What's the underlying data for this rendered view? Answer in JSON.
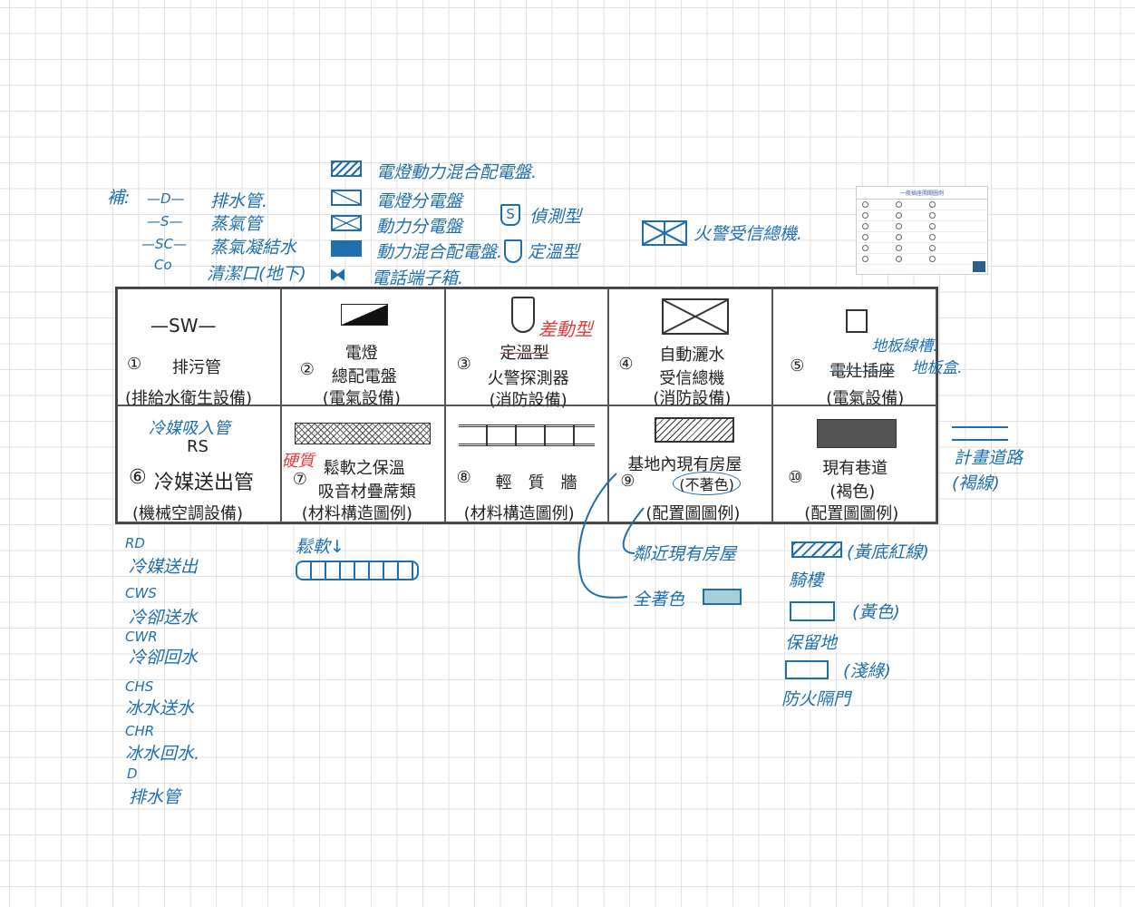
{
  "supplement": {
    "label": "補:",
    "items": [
      {
        "code": "—D—",
        "text": "排水管."
      },
      {
        "code": "—S—",
        "text": "蒸氣管"
      },
      {
        "code": "—SC—",
        "text": "蒸氣凝結水"
      },
      {
        "code": "Co",
        "text": "清潔口(地下)"
      }
    ]
  },
  "panels": [
    {
      "text": "電燈動力混合配電盤."
    },
    {
      "text": "電燈分電盤"
    },
    {
      "text": "動力分電盤"
    },
    {
      "text": "動力混合配電盤."
    },
    {
      "text": "電話端子箱."
    }
  ],
  "detectors": [
    {
      "symbol": "S",
      "text": "偵測型"
    },
    {
      "text": "定溫型"
    }
  ],
  "fire_panel": "火警受信總機.",
  "thumbnail": {
    "title": "一般插座開關圖例"
  },
  "table": [
    {
      "symbol": "—SW—",
      "num": "①",
      "name": "排污管",
      "category": "(排給水衛生設備)"
    },
    {
      "num": "②",
      "name1": "電燈",
      "name2": "總配電盤",
      "category": "(電氣設備)"
    },
    {
      "num": "③",
      "name1": "定溫型",
      "name2": "火警探測器",
      "category": "(消防設備)",
      "note": "差動型"
    },
    {
      "num": "④",
      "name1": "自動灑水",
      "name2": "受信總機",
      "category": "(消防設備)"
    },
    {
      "num": "⑤",
      "name": "電灶插座",
      "category": "(電氣設備)",
      "note1": "地板線槽.",
      "note2": "地板盒."
    },
    {
      "symbol": "RS",
      "num": "⑥",
      "name": "冷媒送出管",
      "category": "(機械空調設備)",
      "note": "冷媒吸入管"
    },
    {
      "num": "⑦",
      "name1": "鬆軟之保溫",
      "name2": "吸音材疊蓆類",
      "category": "(材料構造圖例)",
      "note": "硬質"
    },
    {
      "num": "⑧",
      "name": "輕　質　牆",
      "category": "(材料構造圖例)"
    },
    {
      "num": "⑨",
      "name1": "基地內現有房屋",
      "name2": "(不著色)",
      "category": "(配置圖圖例)"
    },
    {
      "num": "⑩",
      "name1": "現有巷道",
      "name2": "(褐色)",
      "category": "(配置圖圖例)"
    }
  ],
  "planned_road": {
    "text": "計畫道路",
    "note": "(褐線)"
  },
  "pipes": [
    {
      "code": "RD",
      "text": "冷媒送出"
    },
    {
      "code": "CWS",
      "text": "冷卻送水"
    },
    {
      "code": "CWR",
      "text": "冷卻回水"
    },
    {
      "code": "CHS",
      "text": "冰水送水"
    },
    {
      "code": "CHR",
      "text": "冰水回水."
    },
    {
      "code": "D",
      "text": "排水管"
    }
  ],
  "soft": "鬆軟↓",
  "neighbor": {
    "a": "鄰近現有房屋",
    "b": "全著色"
  },
  "site": [
    {
      "name": "騎樓",
      "note": "(黃底紅線)"
    },
    {
      "name": "保留地",
      "note": "(黃色)"
    },
    {
      "name": "防火隔門",
      "note": "(淺綠)"
    }
  ],
  "colors": {
    "ink": "#1f6fae",
    "red": "#e03a3a",
    "fill": "#a8cfd8"
  }
}
